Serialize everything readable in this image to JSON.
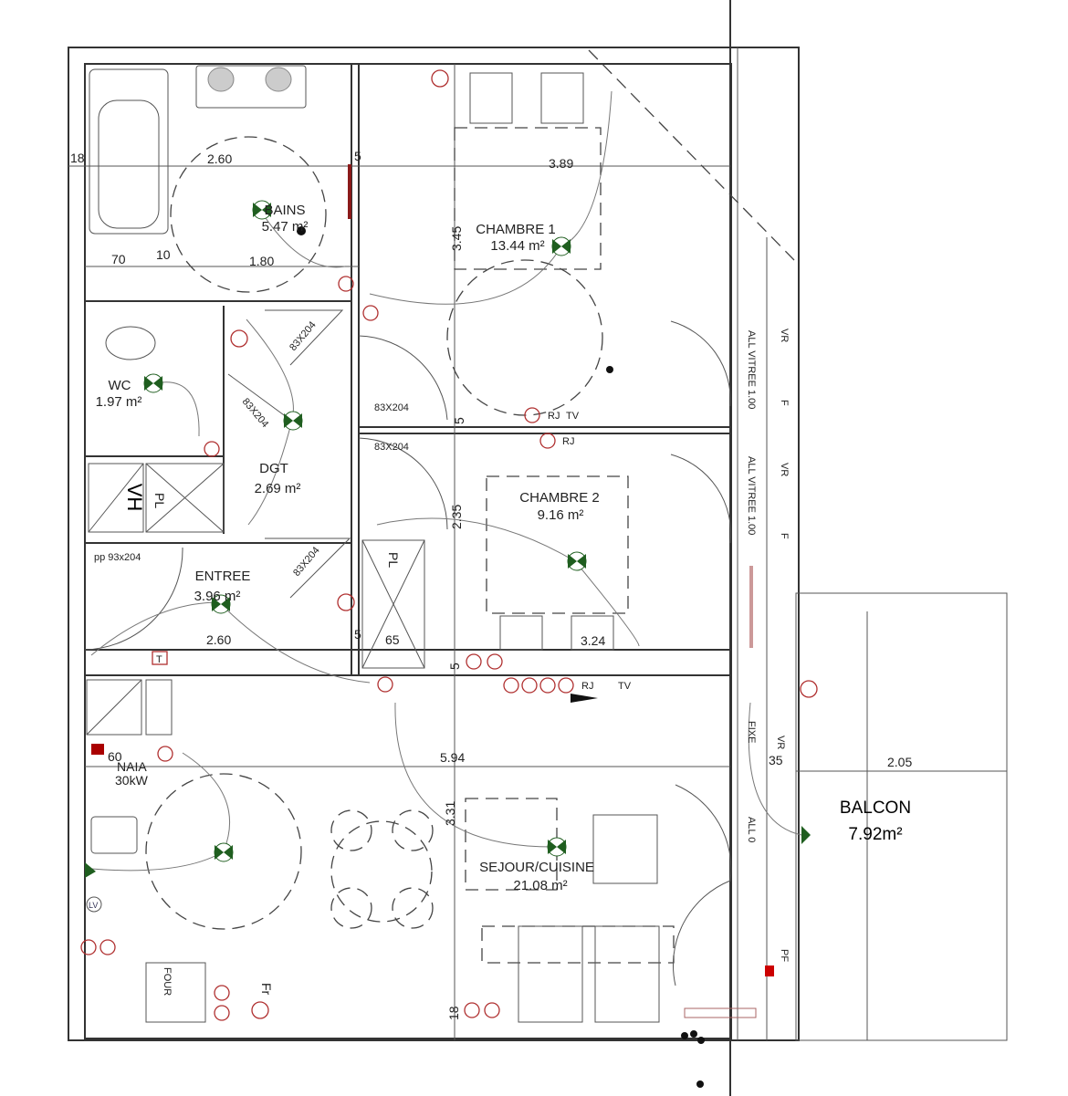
{
  "rooms": [
    {
      "name": "BAINS",
      "area": "5.47 m²"
    },
    {
      "name": "CHAMBRE 1",
      "area": "13.44 m²"
    },
    {
      "name": "WC",
      "area": "1.97 m²"
    },
    {
      "name": "DGT",
      "area": "2.69 m²"
    },
    {
      "name": "CHAMBRE 2",
      "area": "9.16 m²"
    },
    {
      "name": "ENTREE",
      "area": "3.96 m²"
    },
    {
      "name": "SEJOUR/CUISINE",
      "area": "21.08 m²"
    },
    {
      "name": "BALCON",
      "area": "7.92m²"
    }
  ],
  "dimensions": {
    "d18a": "18",
    "bains_w": "2.60",
    "d5a": "5",
    "ch1_w": "3.89",
    "ch1_h": "3.45",
    "d70": "70",
    "d10": "10",
    "d180": "1.80",
    "door1": "83X204",
    "door2": "83X204",
    "door3": "83X204",
    "door4": "83X204",
    "d5b": "5",
    "ch2_h": "2.35",
    "entry_door": "pp 93x204",
    "door5": "83X204",
    "entree_w": "2.60",
    "d5c": "5",
    "d65": "65",
    "ch2_w": "3.24",
    "d5d": "5",
    "sej_w": "5.94",
    "sej_h": "3.31",
    "d60": "60",
    "d18b": "18",
    "balcon_w": "2.05",
    "d35": "35"
  },
  "labels": {
    "vh": "VH",
    "pl1": "PL",
    "pl2": "PL",
    "vitree1": "ALL VITREE 1.00",
    "vitree2": "ALL VITREE 1.00",
    "vr1": "VR",
    "f1": "F",
    "vr2": "VR",
    "f2": "F",
    "vr3": "VR",
    "fixe": "FIXE",
    "all0": "ALL 0",
    "pf": "PF",
    "rj1": "RJ",
    "tv1": "TV",
    "rj2": "RJ",
    "rj3": "RJ",
    "tv2": "TV",
    "t": "T",
    "naia": "NAIA",
    "naia_kw": "30kW",
    "fr": "Fr",
    "four": "FOUR",
    "lv": "LV"
  },
  "colors": {
    "light": "#1f5e1f",
    "socket": "#b03030",
    "heater": "#8b1a1a"
  }
}
